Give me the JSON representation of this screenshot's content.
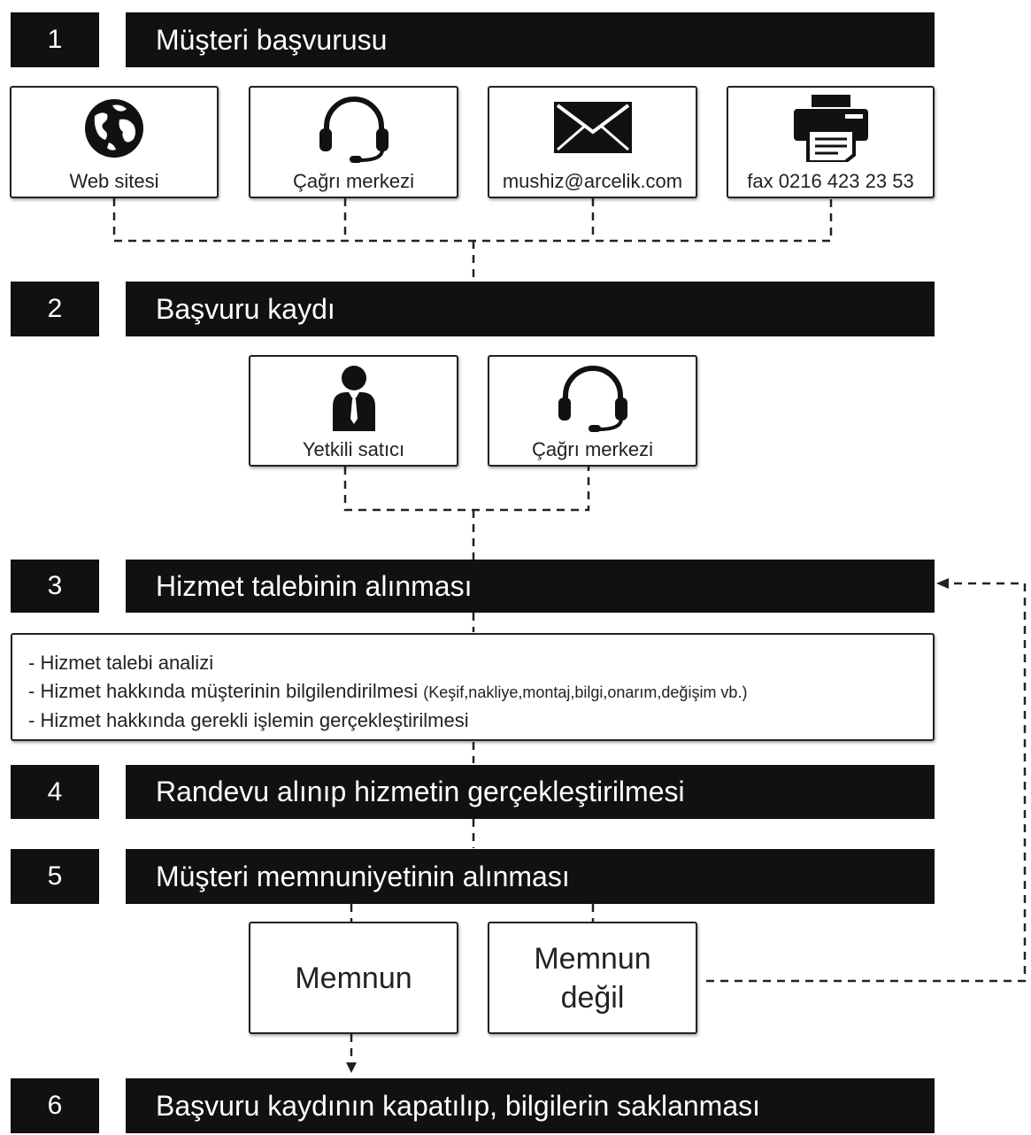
{
  "steps": [
    {
      "number": "1",
      "title": "Müşteri başvurusu"
    },
    {
      "number": "2",
      "title": "Başvuru kaydı"
    },
    {
      "number": "3",
      "title": "Hizmet talebinin alınması"
    },
    {
      "number": "4",
      "title": "Randevu alınıp hizmetin gerçekleştirilmesi"
    },
    {
      "number": "5",
      "title": "Müşteri memnuniyetinin alınması"
    },
    {
      "number": "6",
      "title": "Başvuru kaydının kapatılıp, bilgilerin saklanması"
    }
  ],
  "channels": [
    {
      "label": "Web sitesi",
      "icon": "globe-icon"
    },
    {
      "label": "Çağrı merkezi",
      "icon": "headset-icon"
    },
    {
      "label": "mushiz@arcelik.com",
      "icon": "envelope-icon"
    },
    {
      "label": "fax 0216 423 23 53",
      "icon": "fax-icon"
    }
  ],
  "registration": [
    {
      "label": "Yetkili satıcı",
      "icon": "person-icon"
    },
    {
      "label": "Çağrı merkezi",
      "icon": "headset-icon"
    }
  ],
  "service_request": {
    "lines": [
      {
        "text": "- Hizmet talebi analizi",
        "note": ""
      },
      {
        "text": "- Hizmet hakkında müşterinin bilgilendirilmesi",
        "note": "(Keşif,nakliye,montaj,bilgi,onarım,değişim vb.)"
      },
      {
        "text": "- Hizmet hakkında gerekli işlemin gerçekleştirilmesi",
        "note": ""
      }
    ]
  },
  "satisfaction": {
    "satisfied": "Memnun",
    "not_satisfied_line1": "Memnun",
    "not_satisfied_line2": "değil"
  }
}
